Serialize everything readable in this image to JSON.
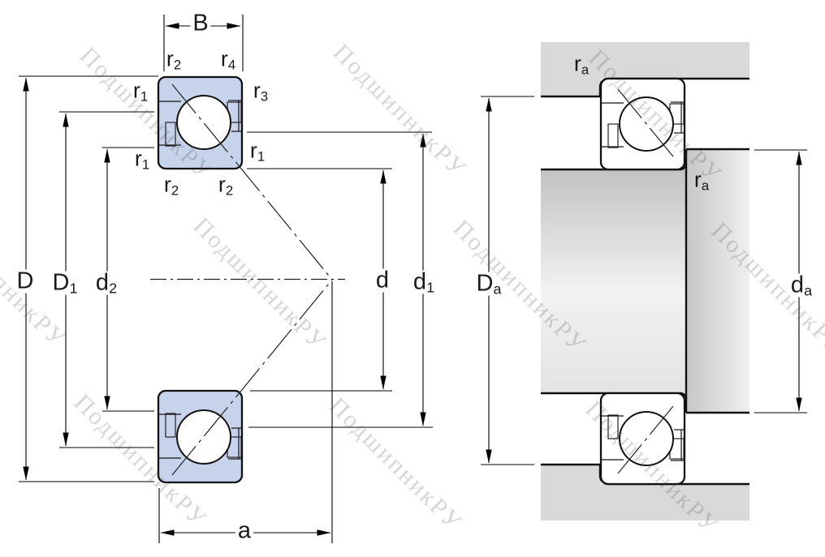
{
  "watermark": {
    "text": "ПодшипникРУ"
  },
  "colors": {
    "bearing_section_fill": "#c7d2eb",
    "steel_fill": "#d9d9d9",
    "shaft_gradient_dark": "#c2c2c2",
    "shaft_gradient_light": "#f2f2f2",
    "shoulder_gradient_dark": "#c6c6c6",
    "shoulder_gradient_light": "#f0f0f0",
    "line": "#111111"
  },
  "left_view": {
    "labels": {
      "B": {
        "base": "B",
        "sub": ""
      },
      "r2_top_left": {
        "base": "r",
        "sub": "2"
      },
      "r4_top_right": {
        "base": "r",
        "sub": "4"
      },
      "r1_left_upper": {
        "base": "r",
        "sub": "1"
      },
      "r3_right_upper": {
        "base": "r",
        "sub": "3"
      },
      "r1_right_lower": {
        "base": "r",
        "sub": "1"
      },
      "r1_left_lower": {
        "base": "r",
        "sub": "1"
      },
      "r2_bottom_left": {
        "base": "r",
        "sub": "2"
      },
      "r2_bottom_right": {
        "base": "r",
        "sub": "2"
      },
      "D": {
        "base": "D",
        "sub": ""
      },
      "D1": {
        "base": "D",
        "sub": "1"
      },
      "d2": {
        "base": "d",
        "sub": "2"
      },
      "d": {
        "base": "d",
        "sub": ""
      },
      "d1": {
        "base": "d",
        "sub": "1"
      },
      "a": {
        "base": "a",
        "sub": ""
      }
    }
  },
  "right_view": {
    "labels": {
      "ra_housing": {
        "base": "r",
        "sub": "a"
      },
      "Da": {
        "base": "D",
        "sub": "a"
      },
      "ra_shaft": {
        "base": "r",
        "sub": "a"
      },
      "da": {
        "base": "d",
        "sub": "a"
      }
    }
  }
}
